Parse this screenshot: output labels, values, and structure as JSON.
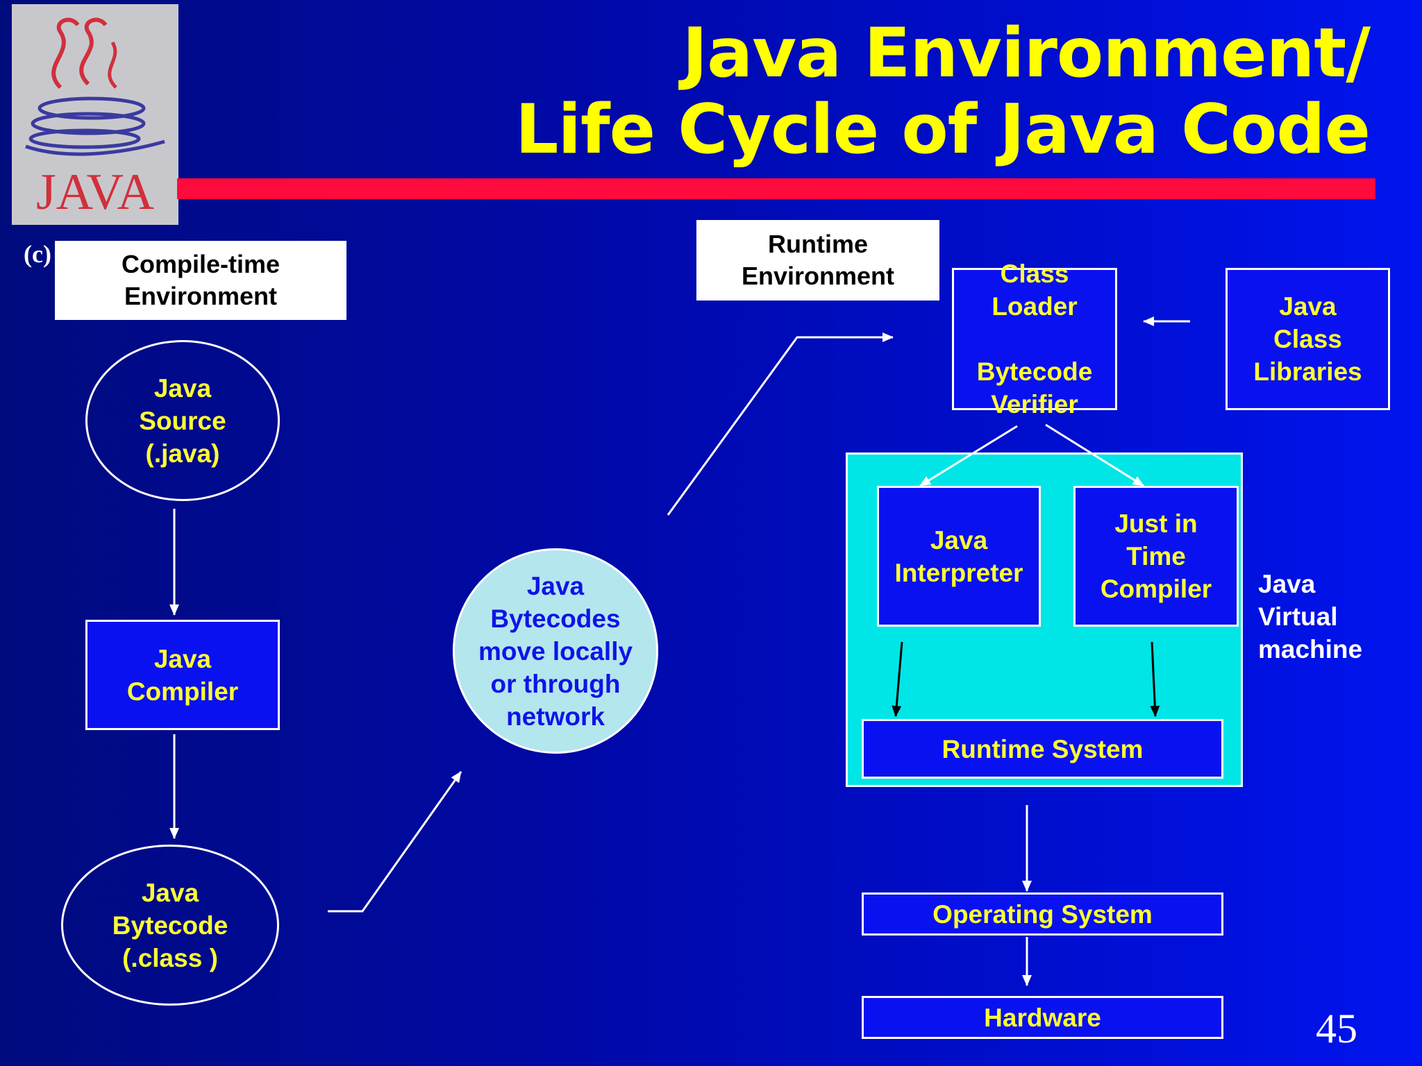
{
  "title": {
    "line1": "Java Environment/",
    "line2": "Life Cycle of Java Code"
  },
  "logo": {
    "text": "JAVA"
  },
  "copyright": "(c)",
  "page_number": "45",
  "compile_time": {
    "label": "Compile-time Environment",
    "source": "Java\nSource\n(.java)",
    "compiler": "Java\nCompiler",
    "bytecode": "Java\nBytecode\n(.class )"
  },
  "transfer": {
    "label": "Java\nBytecodes\nmove locally\nor through\nnetwork"
  },
  "runtime": {
    "label": "Runtime Environment",
    "class_loader": "Class\nLoader\n\nBytecode\nVerifier",
    "class_libraries": "Java\nClass\nLibraries",
    "interpreter": "Java\nInterpreter",
    "jit": "Just in\nTime\nCompiler",
    "runtime_system": "Runtime System",
    "jvm_label": "Java\nVirtual\nmachine",
    "os": "Operating System",
    "hardware": "Hardware"
  },
  "colors": {
    "background": "#000b7e",
    "title": "#ffff00",
    "accent_bar": "#ff0a3c",
    "box_fill": "#0a11f0",
    "box_text": "#ffff33",
    "jvm_fill": "#00e6e6",
    "cloud_fill": "#b4e6ee"
  }
}
